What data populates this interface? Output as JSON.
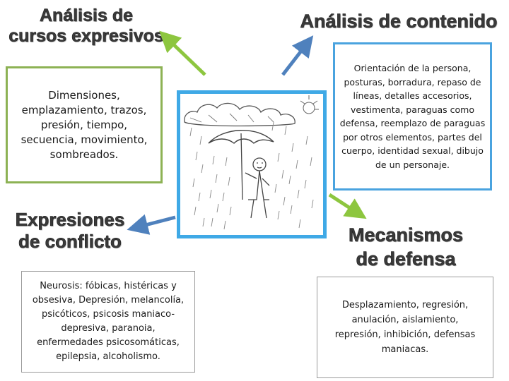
{
  "headings": {
    "expresivos": [
      "Análisis de",
      "cursos expresivos"
    ],
    "contenido": "Análisis de contenido",
    "conflicto": [
      "Expresiones",
      "de conflicto"
    ],
    "defensa": [
      "Mecanismos",
      "de defensa"
    ]
  },
  "boxes": {
    "expresivos": "Dimensiones, emplazamiento, trazos, presión, tiempo, secuencia, movimiento, sombreados.",
    "contenido": "Orientación de la persona, posturas, borradura, repaso de líneas, detalles accesorios, vestimenta, paraguas como defensa, reemplazo de paraguas por otros elementos, partes del cuerpo, identidad sexual, dibujo de un personaje.",
    "conflicto": "Neurosis: fóbicas, histéricas y obsesiva, Depresión, melancolía, psicóticos, psicosis maniaco-depresiva, paranoia, enfermedades psicosomáticas, epilepsia, alcoholismo.",
    "defensa": "Desplazamiento, regresión, anulación, aislamiento, represión, inhibición, defensas maniacas."
  },
  "colors": {
    "green_border": "#8db254",
    "green_arrow": "#8dc63f",
    "blue_border": "#4aa3df",
    "blue_arrow": "#4f81bd",
    "center_frame": "#3fa9e6",
    "heading_text": "#3a3a3a"
  },
  "center_image": "hand-drawn person in the rain with umbrella"
}
